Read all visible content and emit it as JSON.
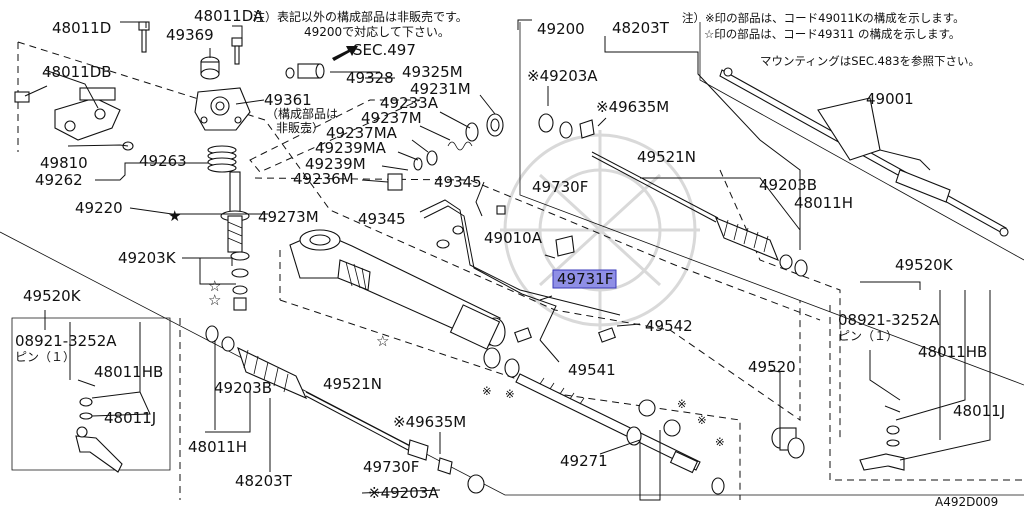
{
  "diagram": {
    "notes": {
      "left_line1": "注）表記以外の構成部品は非販売です。",
      "left_line2": "49200で対応して下さい。",
      "right_line1": "注）※印の部品は、コード49011Kの構成を示します。",
      "right_line2": "☆印の部品は、コード49311 の構成を示します。",
      "mounting": "マウンティングはSEC.483を参照下さい。",
      "non_sale_1": "（構成部品は",
      "non_sale_2": "非販売）"
    },
    "sec_ref": "SEC.497",
    "code": "A492D009",
    "highlight_color": "#8f8fe6",
    "labels": {
      "p48011D": "48011D",
      "p48011DA": "48011DA",
      "p49369": "49369",
      "p48011DB": "48011DB",
      "p49328": "49328",
      "p49325M": "49325M",
      "p49200": "49200",
      "p49361": "49361",
      "p49231M": "49231M",
      "p49233A": "49233A",
      "p49237M": "49237M",
      "p49237MA": "49237MA",
      "p49239MA": "49239MA",
      "p49239M": "49239M",
      "p49236M": "49236M",
      "p49810": "49810",
      "p49262": "49262",
      "p49263": "49263",
      "p49220": "49220",
      "p49273M": "49273M",
      "p49203K": "49203K",
      "p49345a": "49345",
      "p49345b": "49345",
      "p49010A": "49010A",
      "p49731F": "49731F",
      "p49542": "49542",
      "p49541": "49541",
      "p48203T_top": "48203T",
      "p49203A_top": "※49203A",
      "p49635M_top": "※49635M",
      "p49521N_top": "49521N",
      "p49730F_top": "49730F",
      "p49203B_top": "49203B",
      "p48011H_top": "48011H",
      "p49001": "49001",
      "p49520K_right": "49520K",
      "p08921_right": "08921-3252A",
      "pin_right": "ピン（１）",
      "p48011HB_right": "48011HB",
      "p48011J_right": "48011J",
      "p49520_right": "49520",
      "p49520K_left": "49520K",
      "p08921_left": "08921-3252A",
      "pin_left": "ピン（１）",
      "p48011HB_left": "48011HB",
      "p48011J_left": "48011J",
      "p49203B_bot": "49203B",
      "p49521N_bot": "49521N",
      "p49635M_bot": "※49635M",
      "p48011H_bot": "48011H",
      "p49730F_bot": "49730F",
      "p48203T_bot": "48203T",
      "p49203A_bot": "※49203A",
      "p49271": "49271"
    }
  }
}
